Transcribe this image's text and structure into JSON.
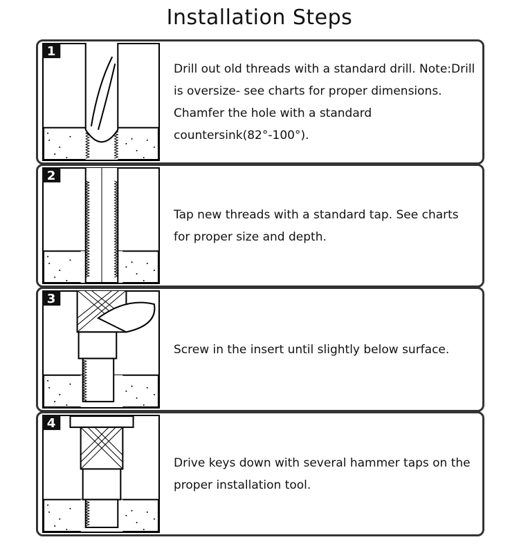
{
  "title": "Installation Steps",
  "steps": [
    {
      "number": "1",
      "text": "Drill out old threads with a standard drill. Note:Drill is oversize- see charts for proper dimensions. Chamfer the hole with a standard countersink(82°-100°)."
    },
    {
      "number": "2",
      "text": "Tap new threads with a standard tap. See charts for proper size and depth."
    },
    {
      "number": "3",
      "text": "Screw in the insert until slightly below surface."
    },
    {
      "number": "4",
      "text": "Drive keys down with several hammer taps on the proper installation tool."
    }
  ]
}
